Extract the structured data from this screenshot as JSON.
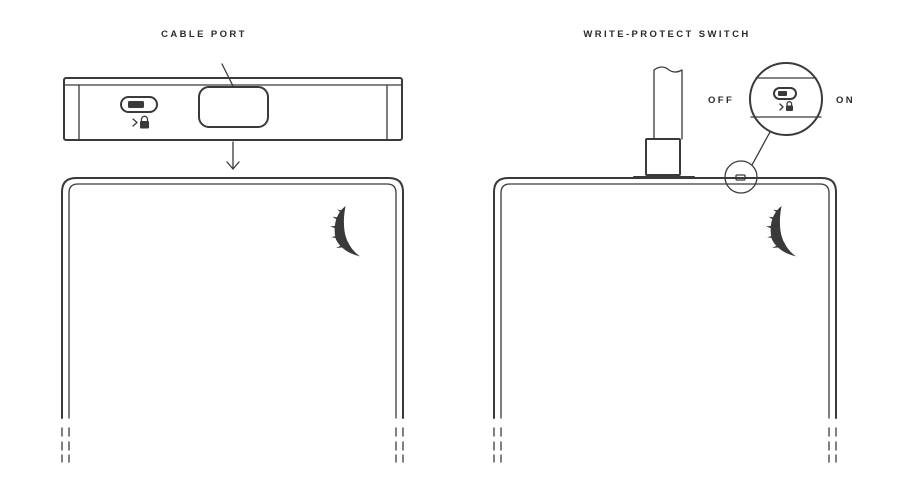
{
  "labels": {
    "cable_port": "CABLE PORT",
    "write_protect_switch": "WRITE-PROTECT SWITCH",
    "off": "OFF",
    "on": "ON"
  },
  "icons": {
    "lock": "lock-icon",
    "arrow": "arrow-down-icon",
    "logo": "angelbird-wing-logo"
  },
  "colors": {
    "line": "#3a3a3a",
    "text": "#2b2b2b",
    "background": "#ffffff"
  }
}
